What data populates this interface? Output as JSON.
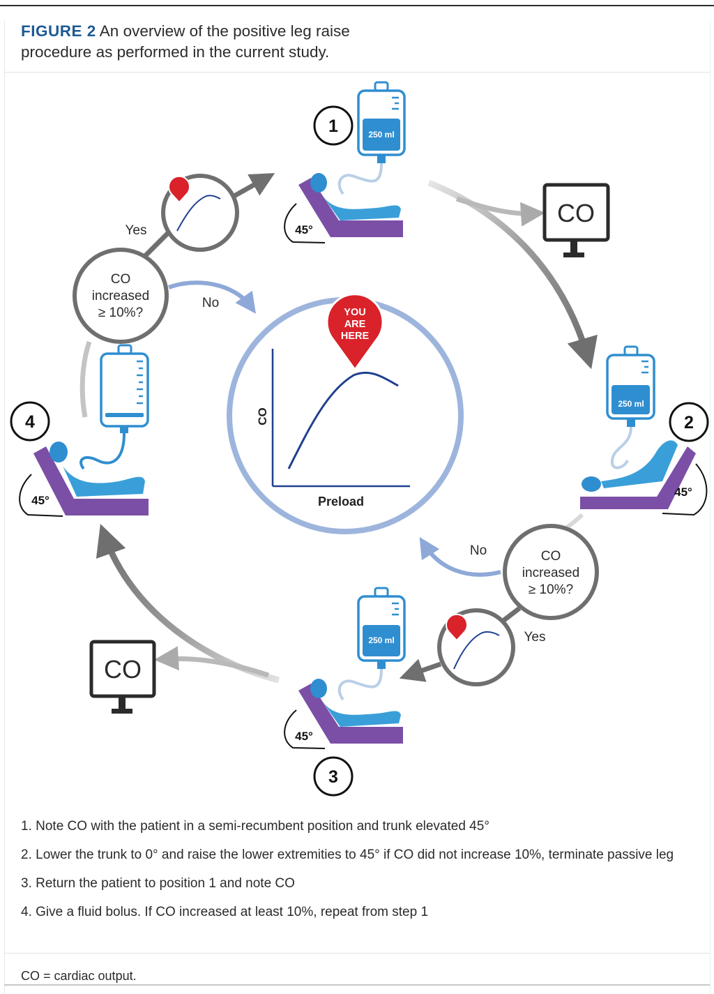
{
  "caption": {
    "figure_label": "FIGURE 2",
    "text": " An overview of the positive leg raise procedure as performed in the current study."
  },
  "diagram": {
    "step_numbers": [
      "1",
      "2",
      "3",
      "4"
    ],
    "bag_volume": "250 ml",
    "angle": "45°",
    "monitor_text": "CO",
    "decision": {
      "line1": "CO",
      "line2": "increased",
      "line3": "≥ 10%?"
    },
    "yes_label": "Yes",
    "no_label": "No",
    "pin": {
      "line1": "YOU",
      "line2": "ARE",
      "line3": "HERE"
    },
    "graph": {
      "xlabel": "Preload",
      "ylabel": "CO"
    }
  },
  "steps": [
    "1. Note CO with the patient in a semi-recumbent position and trunk elevated 45°",
    "2. Lower the trunk to 0° and raise the lower extremities to 45° if CO did not increase 10%, terminate passive leg",
    "3. Return the patient to position 1 and note CO",
    "4. Give a fluid bolus. If CO increased at least 10%, repeat from step 1"
  ],
  "footnote": "CO = cardiac output.",
  "colors": {
    "caption_accent": "#1d5a94",
    "bed": "#7b4fa6",
    "patient": "#3a9fd8",
    "bag_fluid": "#2f8ed0",
    "ring": "#9db5dc",
    "curve": "#1f3f8f",
    "pin_red": "#d9222a",
    "arrow_gray": "#7a7a7a"
  }
}
